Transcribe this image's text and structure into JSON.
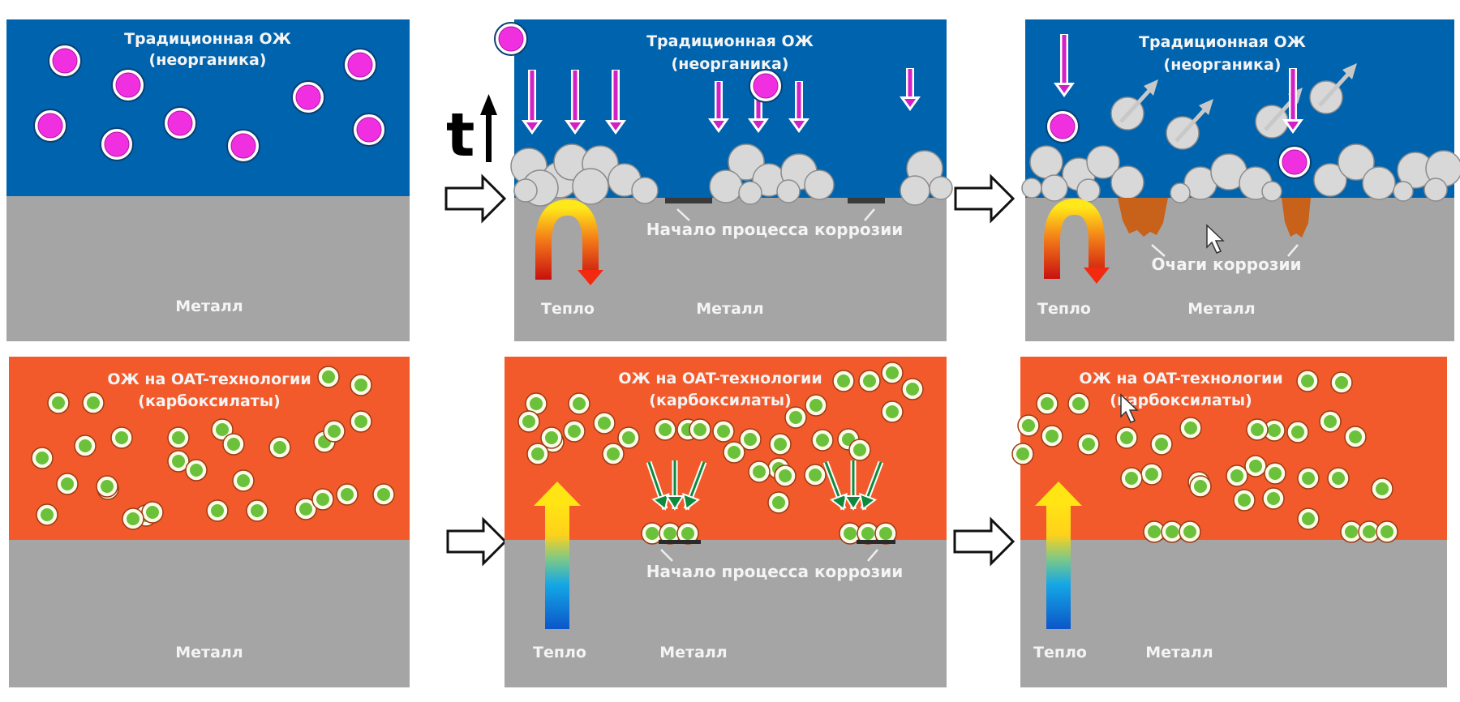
{
  "title": "Сравнение традиционной ОЖ и ОЖ на OAT-технологии",
  "colors": {
    "inorganic_bg": "#0063ad",
    "oat_bg": "#f25a2b",
    "metal": "#a5a5a5",
    "inorganic_particle": "#ef2fe0",
    "oat_particle": "#6cc13b",
    "particle_ring": "#ffffff",
    "deposit": "#d8d8d8",
    "corrosion_pit": "#c8621a",
    "corrosion_start": "#3a3a3a",
    "green_arrow": "#0f8a3c",
    "magenta_arrow": "#d21fc6"
  },
  "time_symbol": "t",
  "rows": [
    {
      "id": "inorganic",
      "panels": [
        {
          "stage": 1,
          "title_line1": "Традиционная ОЖ",
          "title_line2": "(неорганика)",
          "metal_label": "Металл",
          "particles": [
            [
              80,
              75
            ],
            [
              158,
              105
            ],
            [
              62,
              155
            ],
            [
              144,
              178
            ],
            [
              222,
              152
            ],
            [
              300,
              180
            ],
            [
              380,
              120
            ],
            [
              444,
              80
            ],
            [
              455,
              160
            ]
          ]
        },
        {
          "stage": 2,
          "title_line1": "Традиционная ОЖ",
          "title_line2": "(неорганика)",
          "metal_label": "Металл",
          "heat_label": "Тепло",
          "note": "Начало процесса коррозии",
          "particles": [
            [
              630,
              48
            ],
            [
              944,
              106
            ]
          ]
        },
        {
          "stage": 3,
          "title_line1": "Традиционная ОЖ",
          "title_line2": "(неорганика)",
          "metal_label": "Металл",
          "heat_label": "Тепло",
          "note": "Очаги коррозии",
          "particles": [
            [
              1310,
              156
            ],
            [
              1596,
              200
            ]
          ]
        }
      ]
    },
    {
      "id": "oat",
      "panels": [
        {
          "stage": 1,
          "title_line1": "ОЖ на OAT-технологии",
          "title_line2": "(карбоксилаты)",
          "metal_label": "Металл",
          "particles": [
            [
              72,
              497
            ],
            [
              115,
              497
            ],
            [
              405,
              465
            ],
            [
              445,
              475
            ],
            [
              150,
              540
            ],
            [
              105,
              550
            ],
            [
              52,
              565
            ],
            [
              83,
              597
            ],
            [
              133,
              603
            ],
            [
              220,
              540
            ],
            [
              274,
              530
            ],
            [
              220,
              569
            ],
            [
              288,
              548
            ],
            [
              242,
              580
            ],
            [
              345,
              552
            ],
            [
              300,
              593
            ],
            [
              400,
              545
            ],
            [
              445,
              520
            ],
            [
              180,
              636
            ],
            [
              132,
              600
            ],
            [
              188,
              632
            ],
            [
              58,
              635
            ],
            [
              164,
              640
            ],
            [
              268,
              630
            ],
            [
              317,
              630
            ],
            [
              377,
              628
            ],
            [
              428,
              610
            ],
            [
              473,
              610
            ],
            [
              398,
              616
            ],
            [
              412,
              532
            ]
          ]
        },
        {
          "stage": 2,
          "title_line1": "ОЖ на OAT-технологии",
          "title_line2": "(карбоксилаты)",
          "metal_label": "Металл",
          "heat_label": "Тепло",
          "note": "Начало процесса коррозии",
          "particles": [
            [
              661,
              498
            ],
            [
              714,
              498
            ],
            [
              652,
              520
            ],
            [
              682,
              545
            ],
            [
              708,
              532
            ],
            [
              745,
              522
            ],
            [
              680,
              540
            ],
            [
              663,
              560
            ],
            [
              756,
              560
            ],
            [
              775,
              540
            ],
            [
              820,
              530
            ],
            [
              848,
              530
            ],
            [
              863,
              530
            ],
            [
              892,
              532
            ],
            [
              925,
              542
            ],
            [
              905,
              558
            ],
            [
              962,
              548
            ],
            [
              981,
              515
            ],
            [
              1006,
              500
            ],
            [
              1014,
              543
            ],
            [
              1046,
              542
            ],
            [
              960,
              578
            ],
            [
              1005,
              586
            ],
            [
              936,
              582
            ],
            [
              968,
              587
            ],
            [
              960,
              620
            ],
            [
              1060,
              555
            ],
            [
              1040,
              470
            ],
            [
              1072,
              470
            ],
            [
              1100,
              460
            ],
            [
              1125,
              480
            ],
            [
              1100,
              508
            ]
          ]
        },
        {
          "stage": 3,
          "title_line1": "ОЖ на OAT-технологии",
          "title_line2": "(карбоксилаты)",
          "metal_label": "Металл",
          "heat_label": "Тепло",
          "particles": [
            [
              1291,
              498
            ],
            [
              1330,
              498
            ],
            [
              1268,
              525
            ],
            [
              1297,
              538
            ],
            [
              1261,
              560
            ],
            [
              1342,
              548
            ],
            [
              1389,
              540
            ],
            [
              1432,
              548
            ],
            [
              1468,
              528
            ],
            [
              1420,
              585
            ],
            [
              1478,
              595
            ],
            [
              1525,
              587
            ],
            [
              1548,
              575
            ],
            [
              1534,
              617
            ],
            [
              1571,
              531
            ],
            [
              1600,
              533
            ],
            [
              1640,
              520
            ],
            [
              1572,
              584
            ],
            [
              1613,
              590
            ],
            [
              1704,
              603
            ],
            [
              1613,
              640
            ],
            [
              1612,
              470
            ],
            [
              1654,
              472
            ],
            [
              1671,
              539
            ],
            [
              1570,
              615
            ],
            [
              1650,
              590
            ],
            [
              1550,
              530
            ],
            [
              1480,
              600
            ],
            [
              1395,
              590
            ]
          ]
        }
      ]
    }
  ],
  "oat_layers": [
    {
      "panel": 2,
      "clusters": [
        [
          826,
          658
        ],
        [
          1070,
          658
        ]
      ]
    },
    {
      "panel": 3,
      "clusters": [
        [
          1445,
          656
        ],
        [
          1688,
          656
        ]
      ]
    }
  ]
}
